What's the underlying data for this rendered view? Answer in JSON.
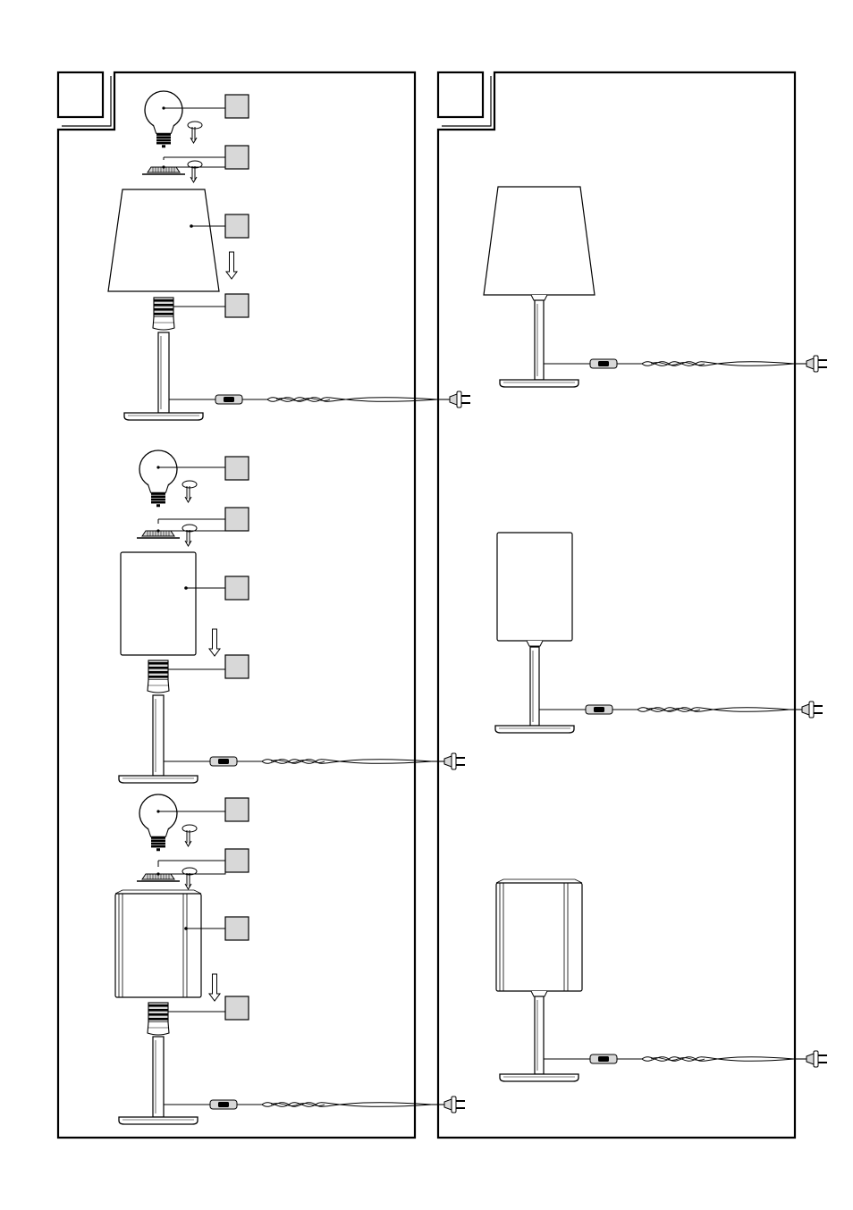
{
  "colors": {
    "line": "#000000",
    "fill": "#ffffff",
    "shade": "#d8d8d8"
  },
  "panels": [
    {
      "name": "assembly-panel",
      "corner_box": ""
    },
    {
      "name": "assembled-panel",
      "corner_box": ""
    }
  ],
  "assembly_steps": [
    {
      "shade": "tapered",
      "labels": [
        "",
        "",
        "",
        ""
      ]
    },
    {
      "shade": "rectangular",
      "labels": [
        "",
        "",
        "",
        ""
      ]
    },
    {
      "shade": "cylindrical-ribbed",
      "labels": [
        "",
        "",
        "",
        ""
      ]
    }
  ],
  "assembled_lamps": [
    {
      "shade": "tapered"
    },
    {
      "shade": "rectangular"
    },
    {
      "shade": "cylindrical-ribbed"
    }
  ],
  "icons": {
    "bulb": "light-bulb-icon",
    "ring": "lamp-ring-icon",
    "socket": "lamp-socket-icon",
    "arrow": "down-arrow-icon",
    "twist": "rotate-arrow-icon",
    "switch": "inline-switch-icon",
    "plug": "euro-plug-icon"
  }
}
